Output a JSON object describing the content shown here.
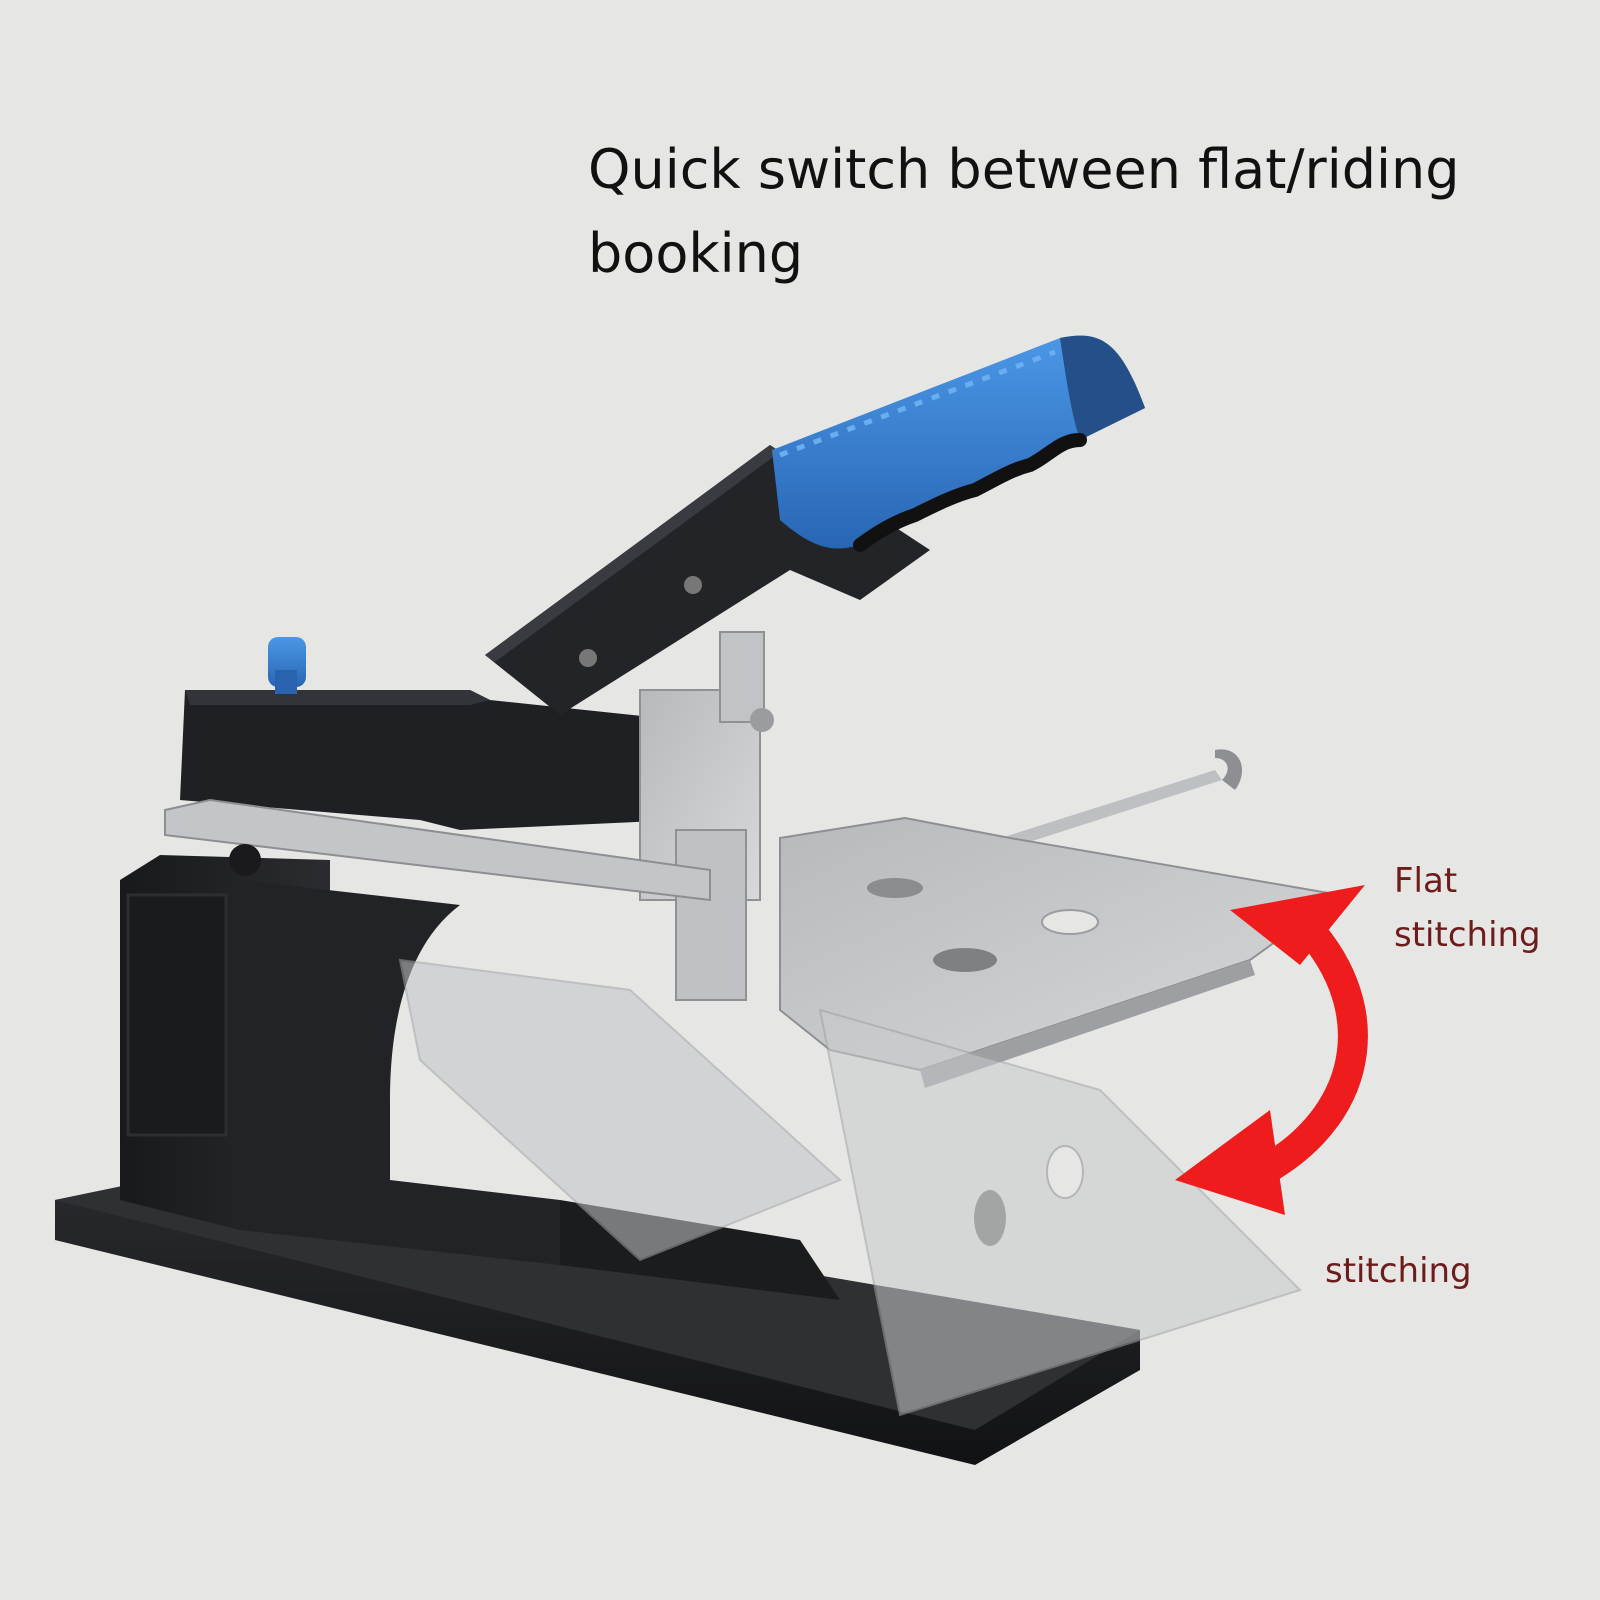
{
  "headline": {
    "line1": "Quick switch between flat/riding",
    "line2": "booking"
  },
  "callouts": {
    "flat": {
      "line1": "Flat",
      "line2": "stitching"
    },
    "saddle": {
      "label": "stitching"
    }
  },
  "colors": {
    "background": "#e6e6e4",
    "body_black": "#1e1f21",
    "handle_blue": "#3a7fd0",
    "arrow_red": "#ee1c1c",
    "callout_text": "#6d1c1c",
    "steel": "#c9cbce"
  }
}
